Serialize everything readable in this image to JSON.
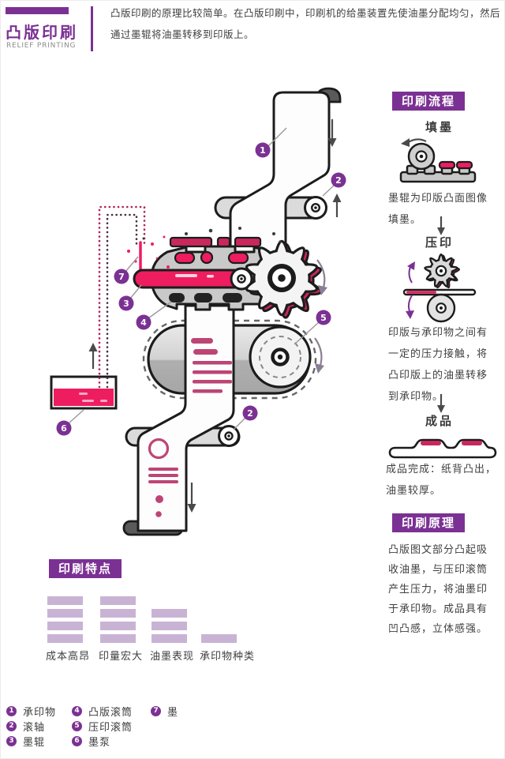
{
  "header": {
    "title": "凸版印刷",
    "subtitle": "RELIEF PRINTING",
    "intro": "凸版印刷的原理比较简单。在凸版印刷中，印刷机的给墨装置先使油墨分配均匀，然后通过墨辊将油墨转移到印版上。"
  },
  "process": {
    "title": "印刷流程",
    "steps": [
      {
        "name": "填墨",
        "icon": "ink-fill-icon",
        "desc": "墨辊为印版凸面图像填墨。"
      },
      {
        "name": "压印",
        "icon": "impress-icon",
        "desc": "印版与承印物之间有一定的压力接触，将凸印版上的油墨转移到承印物。"
      },
      {
        "name": "成品",
        "icon": "finished-sheet-icon",
        "desc": "成品完成：纸背凸出，油墨较厚。"
      }
    ]
  },
  "principle": {
    "title": "印刷原理",
    "desc": "凸版图文部分凸起吸收油墨，与压印滚筒产生压力，将油墨印于承印物。成品具有凹凸感，立体感强。"
  },
  "features": {
    "title": "印刷特点",
    "max_level": 4,
    "items": [
      {
        "label": "成本高昂",
        "level": 4
      },
      {
        "label": "印量宏大",
        "level": 4
      },
      {
        "label": "油墨表现",
        "level": 3
      },
      {
        "label": "承印物种类",
        "level": 1
      }
    ]
  },
  "legend": {
    "items": [
      {
        "num": "1",
        "label": "承印物"
      },
      {
        "num": "2",
        "label": "滚轴"
      },
      {
        "num": "3",
        "label": "墨辊"
      },
      {
        "num": "4",
        "label": "凸版滚筒"
      },
      {
        "num": "5",
        "label": "压印滚筒"
      },
      {
        "num": "6",
        "label": "墨泵"
      },
      {
        "num": "7",
        "label": "墨"
      }
    ]
  },
  "colors": {
    "purple": "#7B3193",
    "ink": "#EE1D60",
    "inkdark": "#C9285C",
    "mark": "#BD4576",
    "lav": "#C9B3D4"
  }
}
